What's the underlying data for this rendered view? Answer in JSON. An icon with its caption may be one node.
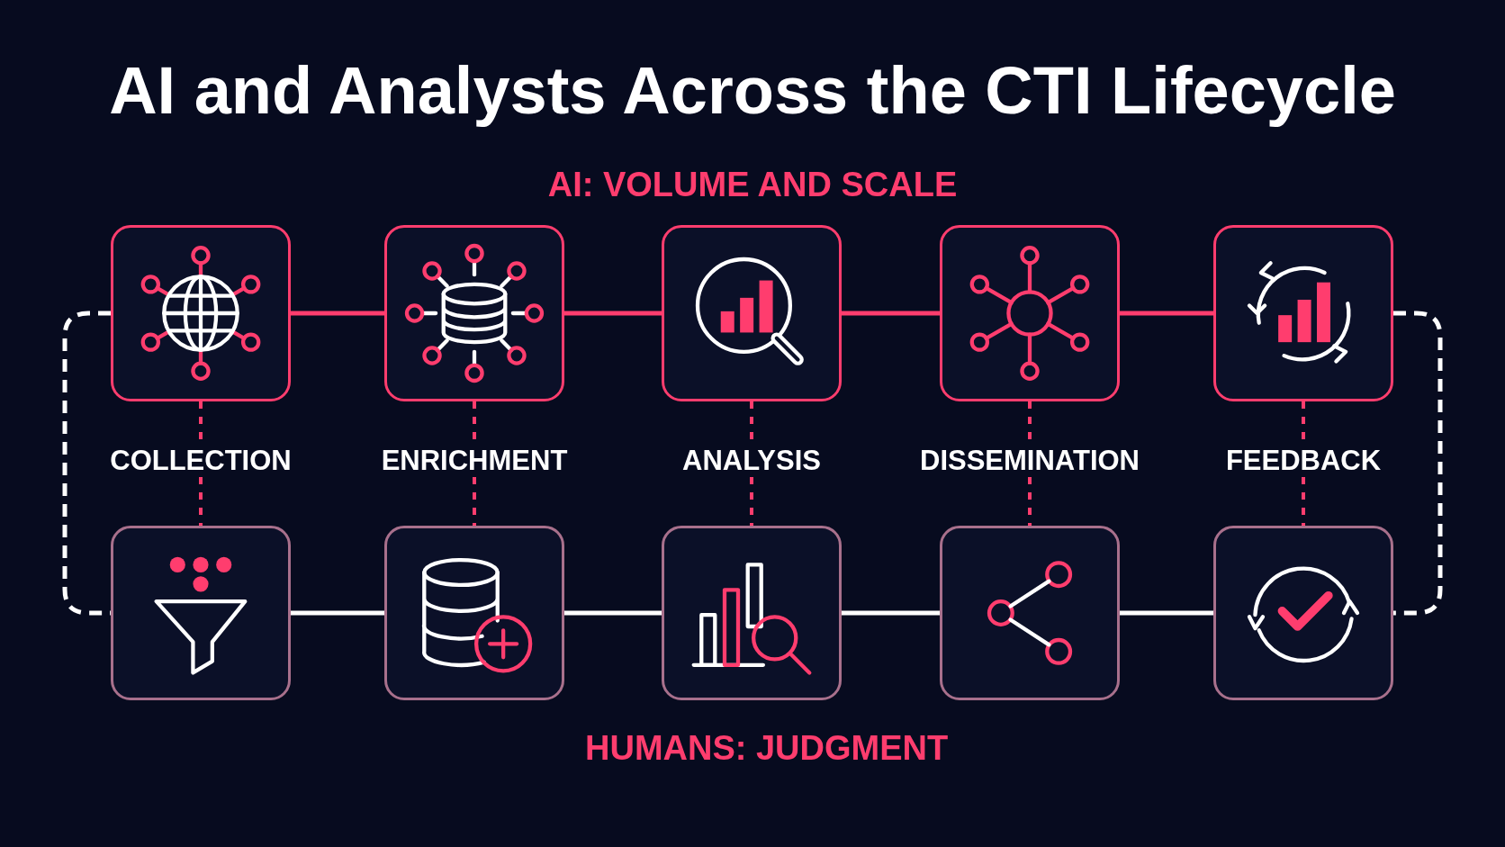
{
  "diagram": {
    "title": "AI and Analysts Across the CTI Lifecycle",
    "nodes": [
      {
        "text": [],
        "shape": "box"
      },
      {
        "text": [],
        "shape": "box"
      },
      {
        "text": [],
        "shape": "box"
      },
      {
        "text": [],
        "shape": "box"
      },
      {
        "text": [],
        "shape": "box"
      },
      {
        "text": [
          "COLLECTION"
        ]
      },
      {
        "text": [
          "ENRICHMENT"
        ]
      },
      {
        "text": [
          "ANALYSIS"
        ]
      },
      {
        "text": [
          "DISSEMINATION"
        ]
      },
      {
        "text": [
          "FEEDBACK"
        ]
      },
      {
        "text": [],
        "shape": "box"
      },
      {
        "text": [],
        "shape": "box"
      },
      {
        "text": [],
        "shape": "box"
      },
      {
        "text": [],
        "shape": "box"
      },
      {
        "text": [],
        "shape": "box"
      }
    ],
    "edges": [
      {
        "from": 0,
        "to": 1,
        "arrow": "none"
      },
      {
        "from": 1,
        "to": 2,
        "arrow": "none"
      },
      {
        "from": 2,
        "to": 3,
        "arrow": "none"
      },
      {
        "from": 3,
        "to": 4,
        "arrow": "none"
      },
      {
        "from": 10,
        "to": 11,
        "arrow": "none",
        "color": "#ffffff"
      },
      {
        "from": 11,
        "to": 12,
        "arrow": "none",
        "color": "#ffffff"
      },
      {
        "from": 12,
        "to": 13,
        "arrow": "none",
        "color": "#ffffff"
      },
      {
        "from": 13,
        "to": 14,
        "arrow": "none",
        "color": "#ffffff"
      },
      {
        "from": 0,
        "to": 5,
        "arrow": "none",
        "style": "dashed"
      },
      {
        "from": 5,
        "to": 10,
        "arrow": "none",
        "style": "dashed"
      },
      {
        "from": 1,
        "to": 6,
        "arrow": "none",
        "style": "dashed"
      },
      {
        "from": 6,
        "to": 11,
        "arrow": "none",
        "style": "dashed"
      },
      {
        "from": 2,
        "to": 7,
        "arrow": "none",
        "style": "dashed"
      },
      {
        "from": 7,
        "to": 12,
        "arrow": "none",
        "style": "dashed"
      },
      {
        "from": 3,
        "to": 8,
        "arrow": "none",
        "style": "dashed"
      },
      {
        "from": 8,
        "to": 13,
        "arrow": "none",
        "style": "dashed"
      },
      {
        "from": 4,
        "to": 9,
        "arrow": "none",
        "style": "dashed"
      },
      {
        "from": 9,
        "to": 14,
        "arrow": "none",
        "style": "dashed"
      },
      {
        "from": 0,
        "to": 10,
        "arrow": "none",
        "style": "dashed",
        "color": "#ffffff"
      },
      {
        "from": 4,
        "to": 14,
        "arrow": "none",
        "style": "dashed",
        "color": "#ffffff"
      }
    ],
    "labels": [
      "AI: VOLUME AND SCALE",
      "HUMANS: JUDGMENT"
    ]
  }
}
